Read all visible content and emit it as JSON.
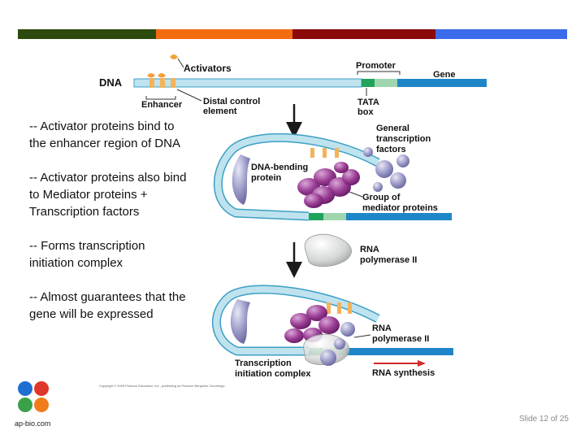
{
  "header_bar": {
    "colors": [
      "#2d4a0e",
      "#f36c10",
      "#8a0a0a",
      "#3a6bea"
    ]
  },
  "bullets": [
    "-- Activator proteins bind to the enhancer region of DNA",
    "-- Activator proteins also bind to Mediator proteins + Transcription factors",
    "-- Forms transcription initiation complex",
    "-- Almost guarantees that the gene will be expressed"
  ],
  "diagram": {
    "activators": "Activators",
    "dna": "DNA",
    "enhancer": "Enhancer",
    "distal_control_1": "Distal control",
    "distal_control_2": "element",
    "promoter": "Promoter",
    "gene": "Gene",
    "tata_1": "TATA",
    "tata_2": "box",
    "general_tf_1": "General",
    "general_tf_2": "transcription",
    "general_tf_3": "factors",
    "dna_bending_1": "DNA-bending",
    "dna_bending_2": "protein",
    "mediator_1": "Group of",
    "mediator_2": "mediator proteins",
    "rna_pol_1a": "RNA",
    "rna_pol_1b": "polymerase II",
    "rna_pol_2a": "RNA",
    "rna_pol_2b": "polymerase II",
    "tic_1": "Transcription",
    "tic_2": "initiation complex",
    "rna_synthesis": "RNA synthesis",
    "copyright": "Copyright © 2005 Pearson Education, Inc., publishing as Pearson Benjamin Cummings."
  },
  "logo": {
    "text": "ap-bio.com",
    "colors": [
      "#1f6fd1",
      "#e0372b",
      "#3aa14a",
      "#f07d1a"
    ]
  },
  "slide_number": "Slide 12 of 25"
}
